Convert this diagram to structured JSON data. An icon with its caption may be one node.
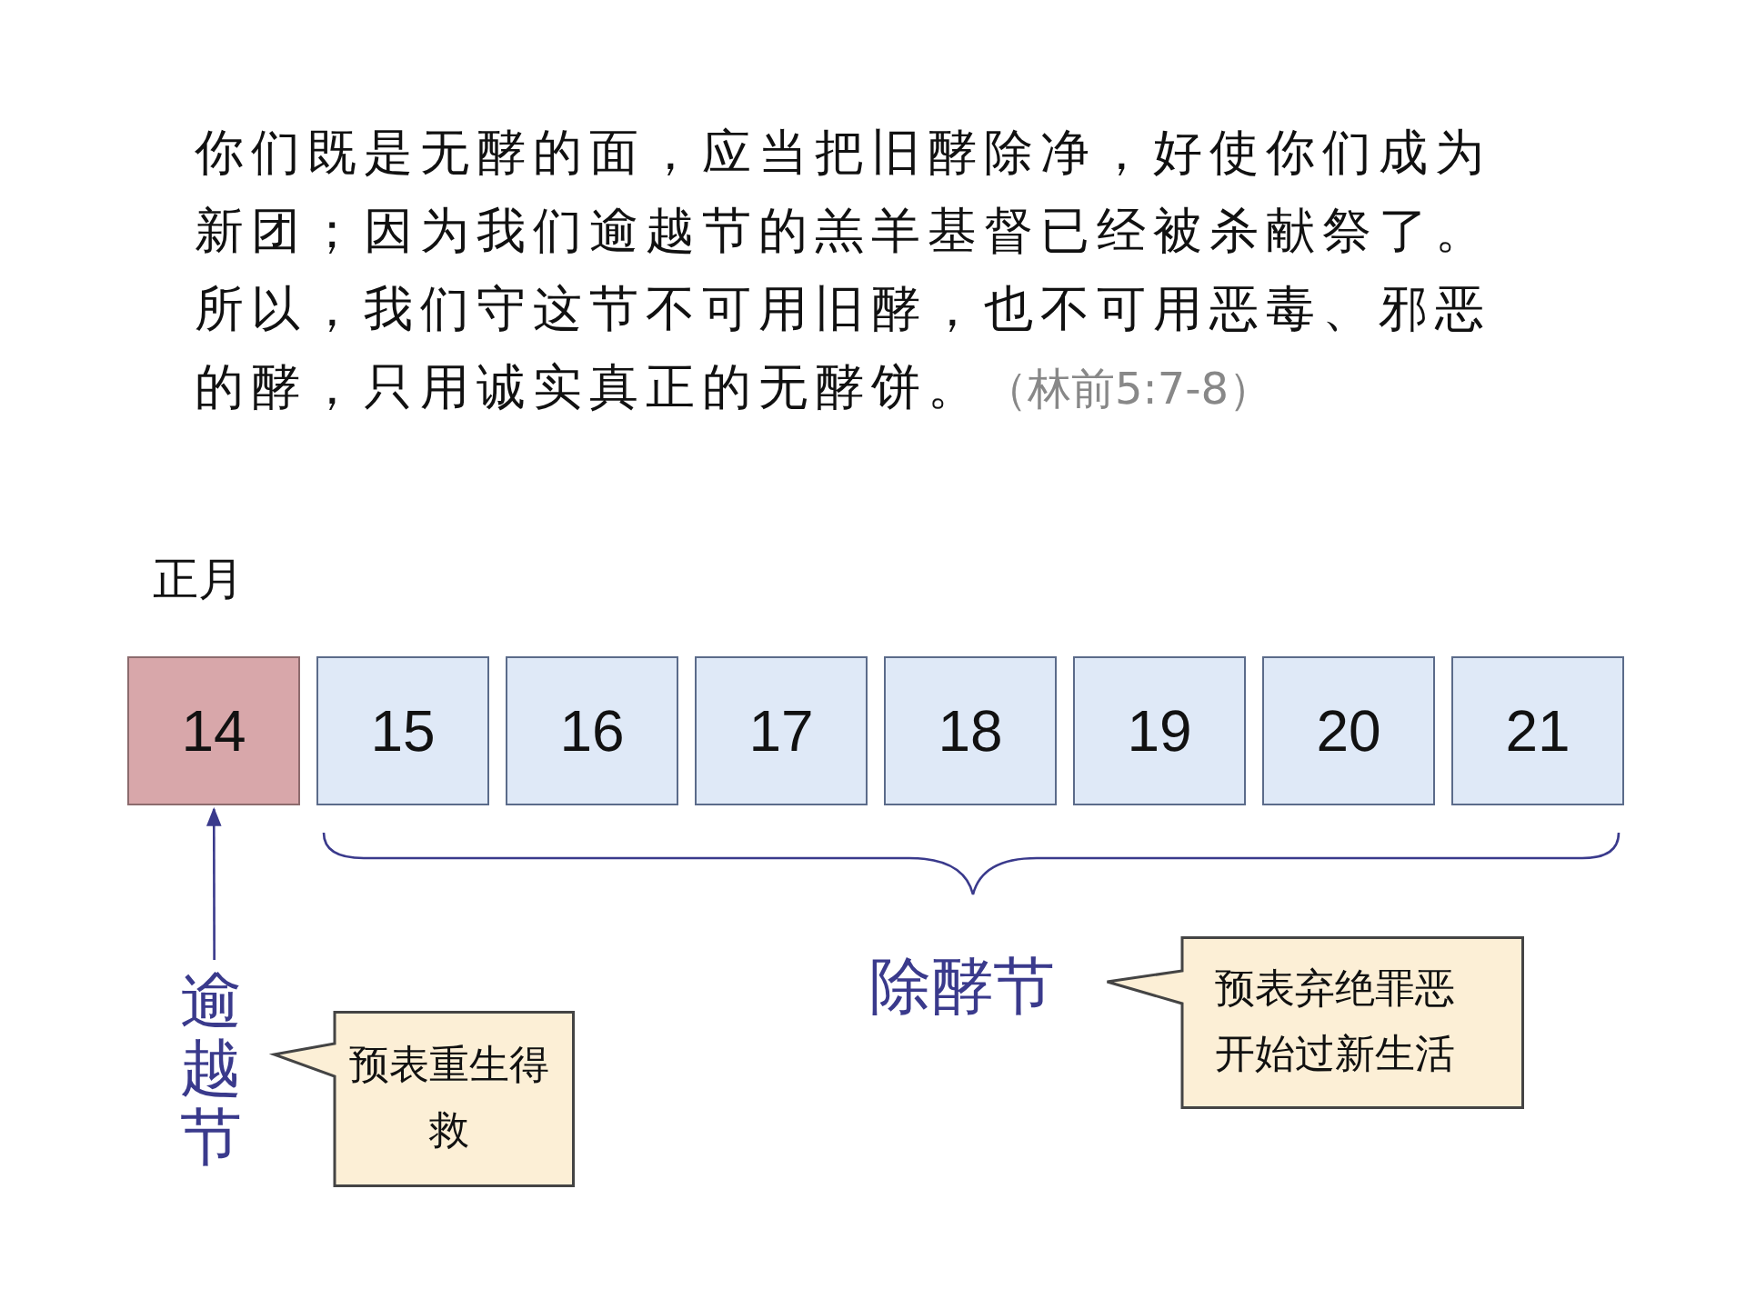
{
  "diagram": {
    "nodes": [
      {
        "text": [
          "14"
        ]
      },
      {
        "text": [
          "15"
        ]
      },
      {
        "text": [
          "16"
        ]
      },
      {
        "text": [
          "17"
        ]
      },
      {
        "text": [
          "18"
        ]
      },
      {
        "text": [
          "19"
        ]
      },
      {
        "text": [
          "20"
        ]
      },
      {
        "text": [
          "21"
        ]
      },
      {
        "text": [
          "逾越节"
        ]
      },
      {
        "text": [
          "除酵节"
        ]
      },
      {
        "text": [
          "预表重生得救"
        ]
      },
      {
        "text": [
          "预表弃绝罪恶开始过新生活"
        ]
      }
    ],
    "edges": [
      {
        "from": 8,
        "to": 0,
        "arrow": "to"
      }
    ],
    "labels": [
      "你们既是无酵的面，应当把旧酵除净，好使你们成为新团；因为我们逾越节的羔羊基督已经被杀献祭了。所以，我们守这节不可用旧酵，也不可用恶毒、邪恶的酵，只用诚实真正的无酵饼。",
      "（林前5:7-8）",
      "正月"
    ]
  }
}
